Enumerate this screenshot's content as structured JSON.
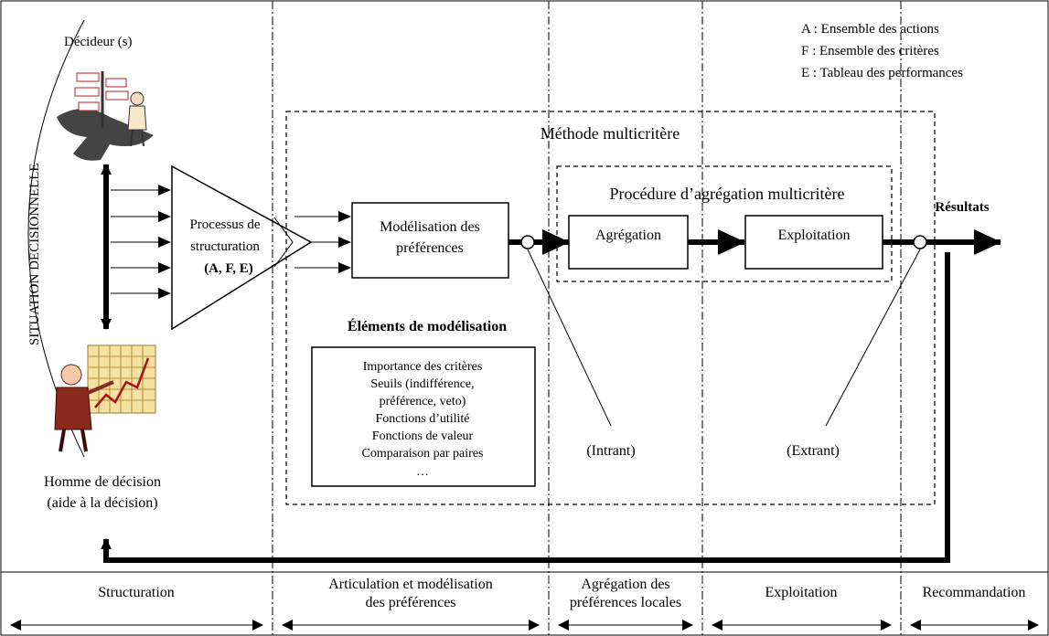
{
  "legend": {
    "a": "A : Ensemble des actions",
    "f": "F : Ensemble des critères",
    "e": "E : Tableau des performances"
  },
  "left": {
    "decideur": "Décideur (s)",
    "situation": "SITUATION DECISIONNELLE",
    "homme_line1": "Homme de décision",
    "homme_line2": "(aide à la décision)"
  },
  "processus": {
    "line1": "Processus de",
    "line2": "structuration",
    "line3": "(A, F, E)"
  },
  "methode": {
    "title": "Méthode multicritère",
    "modelisation_line1": "Modélisation des",
    "modelisation_line2": "préférences",
    "elements_title": "Éléments de modélisation",
    "elements": [
      "Importance des critères",
      "Seuils (indifférence,",
      "préférence, veto)",
      "Fonctions d’utilité",
      "Fonctions de valeur",
      "Comparaison par paires",
      "…"
    ]
  },
  "procedure": {
    "title": "Procédure d’agrégation multicritère",
    "agregation": "Agrégation",
    "exploitation": "Exploitation"
  },
  "flow": {
    "resultats": "Résultats",
    "intrant": "(Intrant)",
    "extrant": "(Extrant)"
  },
  "phases": [
    {
      "line1": "Structuration",
      "line2": ""
    },
    {
      "line1": "Articulation et modélisation",
      "line2": "des préférences"
    },
    {
      "line1": "Agrégation des",
      "line2": "préférences locales"
    },
    {
      "line1": "Exploitation",
      "line2": ""
    },
    {
      "line1": "Recommandation",
      "line2": ""
    }
  ],
  "icons": {
    "top": "decision-maker-signpost-icon",
    "bottom": "analyst-chart-icon"
  }
}
